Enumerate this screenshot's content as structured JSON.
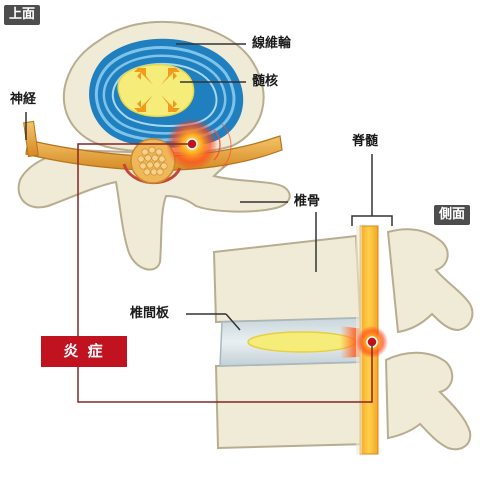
{
  "views": {
    "top": "上面",
    "side": "側面"
  },
  "labels": {
    "annulus": "線維輪",
    "nucleus": "髄核",
    "nerve": "神経",
    "spinal_cord": "脊髄",
    "vertebra": "椎骨",
    "disc": "椎間板",
    "inflammation": "炎 症"
  },
  "colors": {
    "bone": "#efebd6",
    "bone_outline": "#b8ad90",
    "annulus_blue": "#2a8bc4",
    "nucleus_yellow": "#f6ec7a",
    "nerve": "#e3a23a",
    "inflammation_red": "#c0131f",
    "callout_line": "#8a2525"
  },
  "icons": {
    "pressure_arrows": "four-diagonal-arrows-icon",
    "inflammation_point": "red-dot-icon"
  }
}
